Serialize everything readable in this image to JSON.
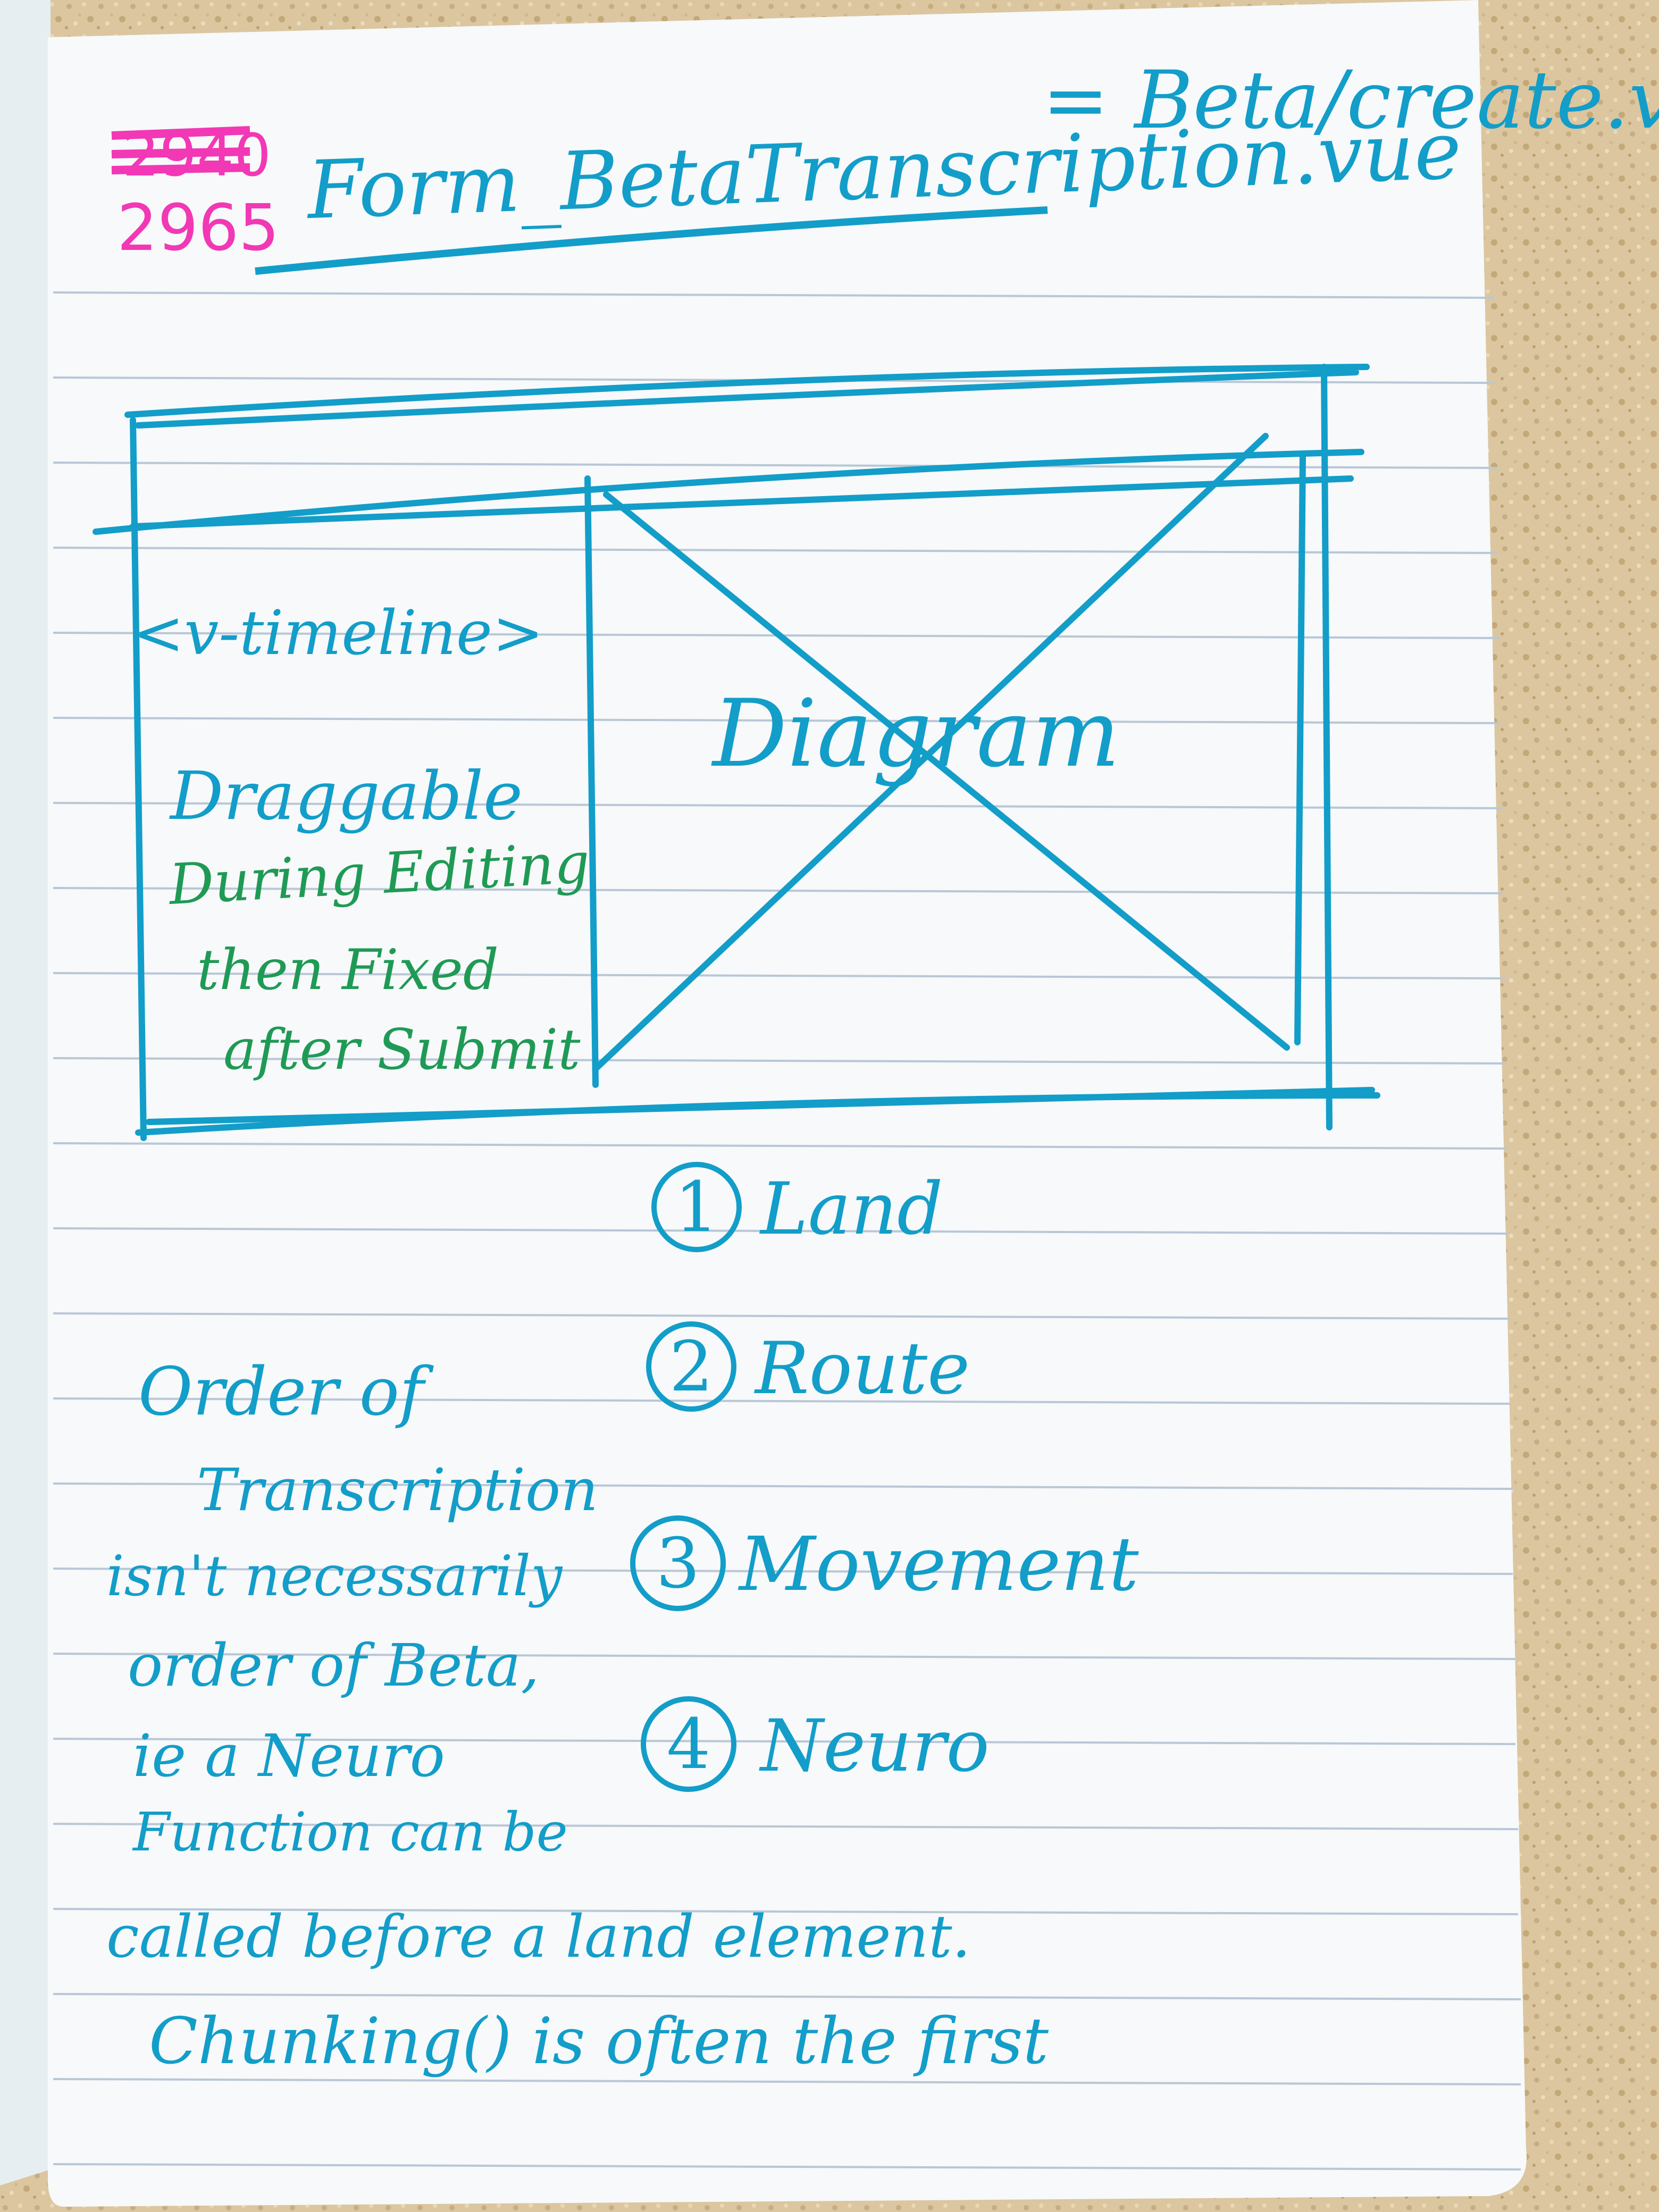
{
  "colors": {
    "ink_blue": "#139dc9",
    "ink_green": "#1f9a55",
    "ink_pink": "#f238b4",
    "paper": "#f7f9fa",
    "ruled_line": "#b9c7d6",
    "counter": "#d9c39c"
  },
  "page_number": {
    "crossed_out": "2940",
    "current": "2965"
  },
  "header": {
    "filename": "Form_BetaTranscription.vue",
    "alias": "= Beta/create.vue"
  },
  "wireframe": {
    "left_panel_component": "<v-timeline>",
    "left_panel_note_line1": "Draggable",
    "left_panel_note_line2": "During Editing",
    "left_panel_note_line3": "then Fixed",
    "left_panel_note_line4": "after Submit",
    "diagram_label": "Diagram"
  },
  "steps": [
    {
      "number": "1",
      "label": "Land"
    },
    {
      "number": "2",
      "label": "Route"
    },
    {
      "number": "3",
      "label": "Movement"
    },
    {
      "number": "4",
      "label": "Neuro"
    }
  ],
  "notes": {
    "line1": "Order of",
    "line2": "Transcription",
    "line3": "isn't necessarily",
    "line4": "order of Beta,",
    "line5": "ie a Neuro",
    "line6": "Function can be",
    "line7": "called before a land element.",
    "line8": "Chunking() is often the first"
  }
}
